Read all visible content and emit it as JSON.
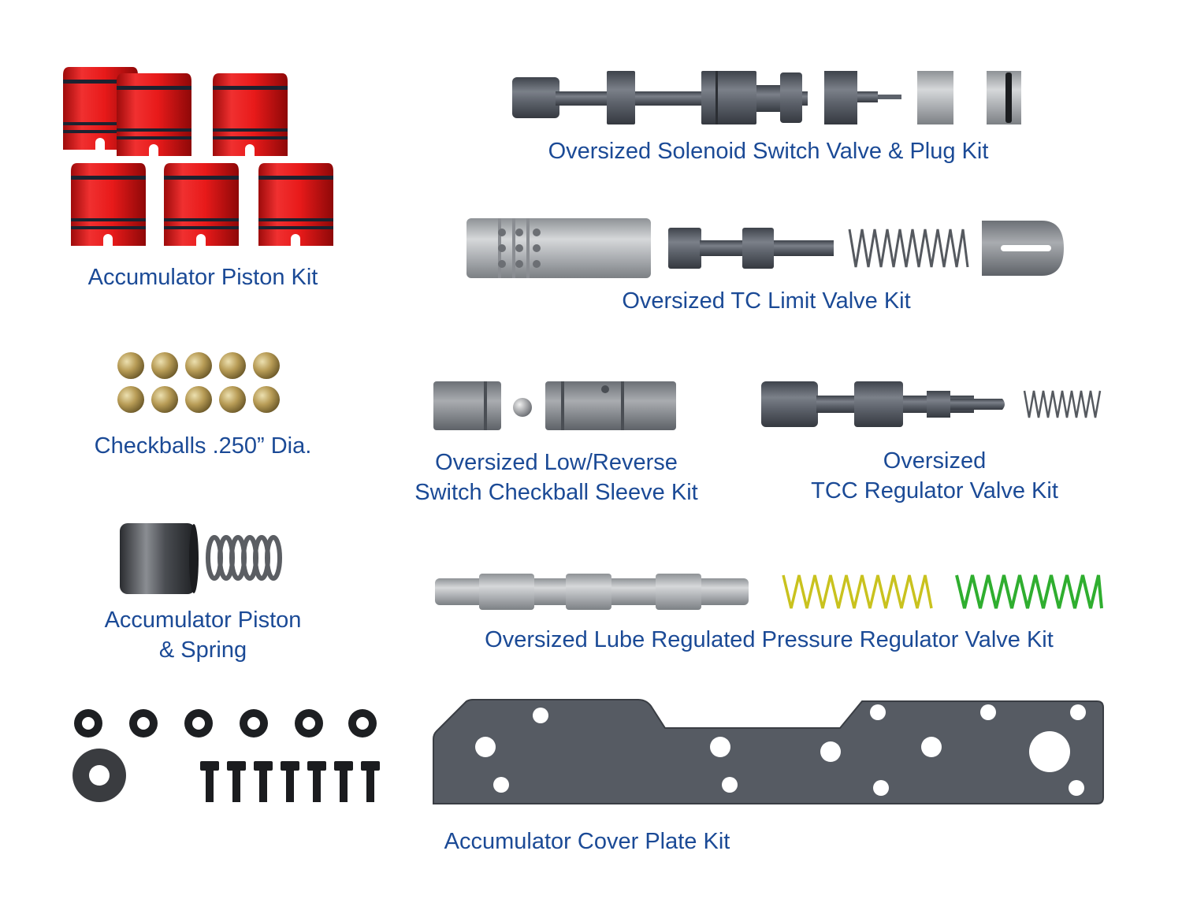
{
  "kits": {
    "accumulator_piston": {
      "label": "Accumulator Piston Kit"
    },
    "solenoid_switch_valve": {
      "label": "Oversized Solenoid Switch Valve & Plug Kit"
    },
    "tc_limit_valve": {
      "label": "Oversized TC Limit Valve Kit"
    },
    "checkballs": {
      "label": "Checkballs .250” Dia."
    },
    "low_reverse_sleeve": {
      "line1": "Oversized Low/Reverse",
      "line2": "Switch Checkball Sleeve Kit"
    },
    "tcc_regulator": {
      "line1": "Oversized",
      "line2": "TCC Regulator Valve Kit"
    },
    "piston_spring": {
      "line1": "Accumulator Piston",
      "line2": "& Spring"
    },
    "lube_regulated": {
      "label": "Oversized Lube Regulated Pressure Regulator Valve Kit"
    },
    "cover_plate": {
      "label": "Accumulator Cover Plate Kit"
    }
  },
  "colors": {
    "label_blue": "#1b4a96",
    "piston_red": "#e01a1a",
    "valve_gray": "#5f6570",
    "steel_light": "#b9bcc0",
    "brass": "#b79c5a",
    "spring_yellow": "#c9c21e",
    "spring_green": "#2fae2f",
    "plate_dark": "#545961"
  }
}
